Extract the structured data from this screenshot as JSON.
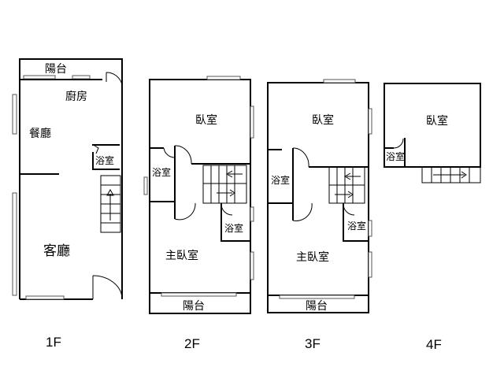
{
  "floors": [
    {
      "label": "1F",
      "rooms": {
        "balcony": "陽台",
        "kitchen": "廚房",
        "dining": "餐廳",
        "bath": "浴室",
        "living": "客廳"
      }
    },
    {
      "label": "2F",
      "rooms": {
        "bedroom": "臥室",
        "bath1": "浴室",
        "bath2": "浴室",
        "master": "主臥室",
        "balcony": "陽台"
      }
    },
    {
      "label": "3F",
      "rooms": {
        "bedroom": "臥室",
        "bath1": "浴室",
        "bath2": "浴室",
        "master": "主臥室",
        "balcony": "陽台"
      }
    },
    {
      "label": "4F",
      "rooms": {
        "bedroom": "臥室",
        "bath": "浴室"
      }
    }
  ]
}
